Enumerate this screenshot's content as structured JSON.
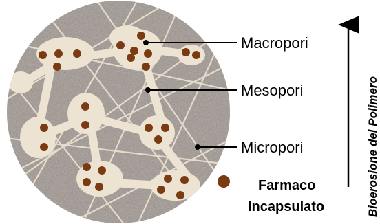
{
  "labels": {
    "macropores": "Macropori",
    "mesopores": "Mesopori",
    "micropores": "Micropori"
  },
  "legend": {
    "line1": "Farmaco",
    "line2": "Incapsulato"
  },
  "axis": {
    "label": "Bioerosione del Polimero"
  },
  "colors": {
    "matrix": "#9b9088",
    "pore": "#ece3d2",
    "drug": "#7a3a12",
    "ink": "#000000"
  }
}
